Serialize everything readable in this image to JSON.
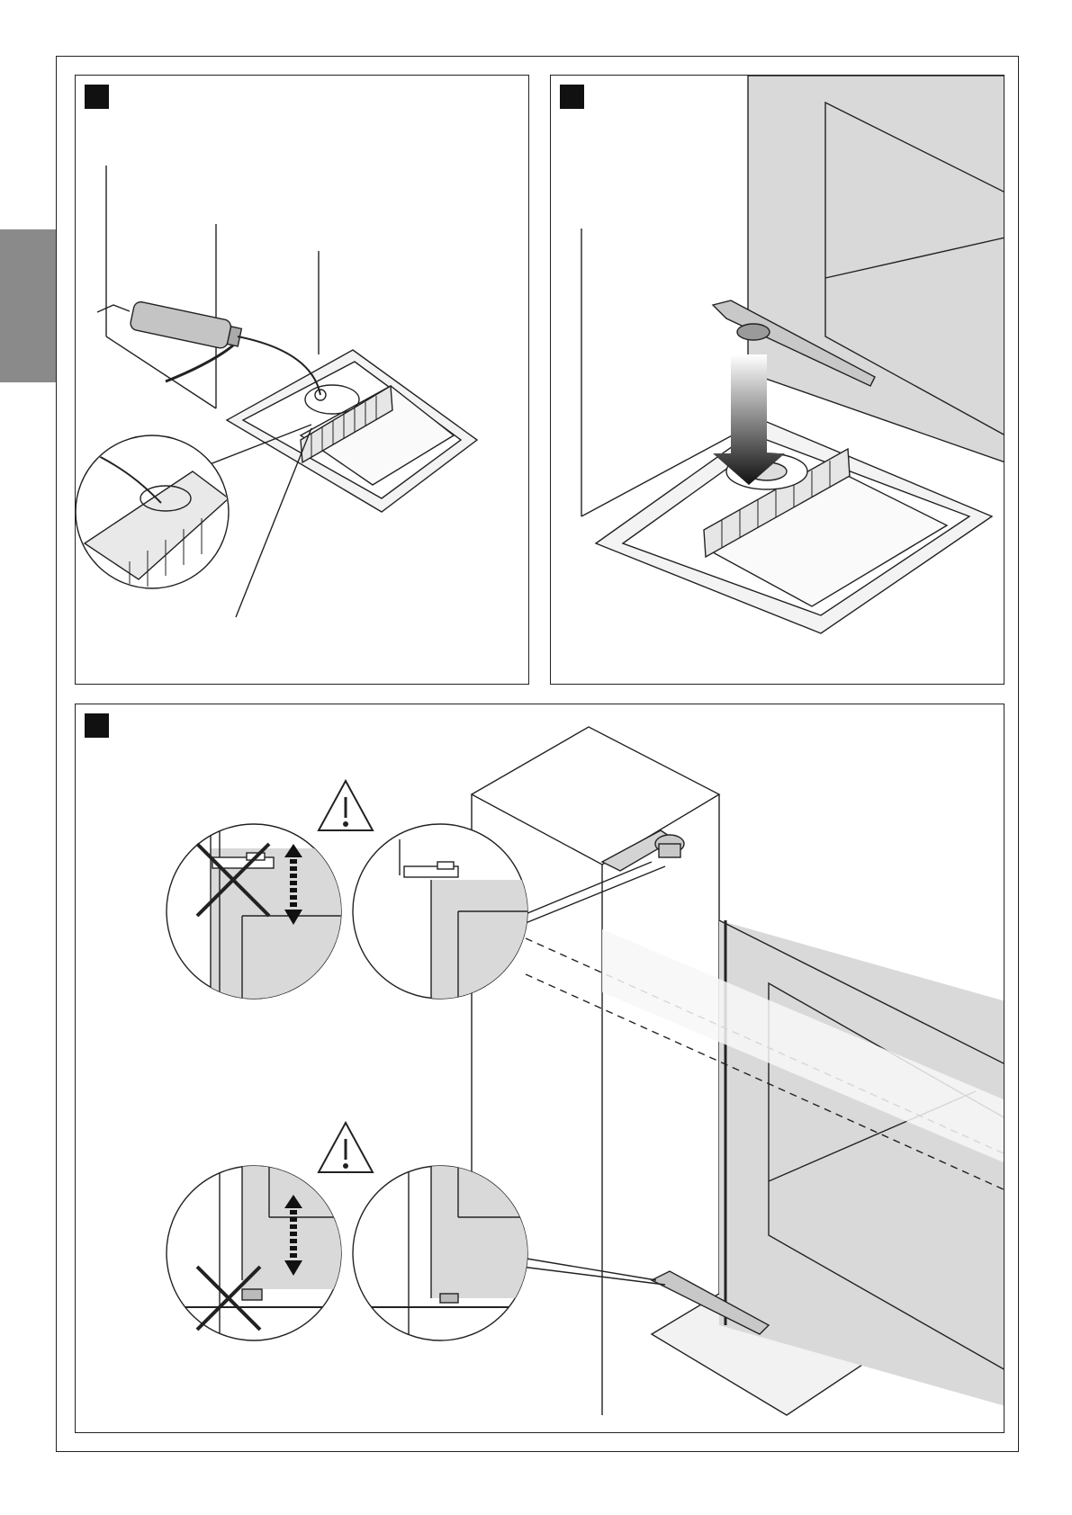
{
  "page": {
    "background": "#ffffff",
    "line_color": "#222222",
    "fill_gray": "#dcdcdc",
    "tab_gray": "#8a8a8a"
  },
  "steps": [
    {
      "marker": "step-marker",
      "subject": "grease-gun-lubrication",
      "icons": [
        "grease-gun-icon",
        "magnifier-detail-icon"
      ]
    },
    {
      "marker": "step-marker",
      "subject": "lever-arm-insertion",
      "icons": [
        "down-arrow-icon",
        "lever-arm-icon"
      ]
    },
    {
      "marker": "step-marker",
      "subject": "gate-alignment-check",
      "icons": [
        "warning-icon",
        "cross-mark-icon",
        "up-down-arrow-icon"
      ]
    }
  ]
}
